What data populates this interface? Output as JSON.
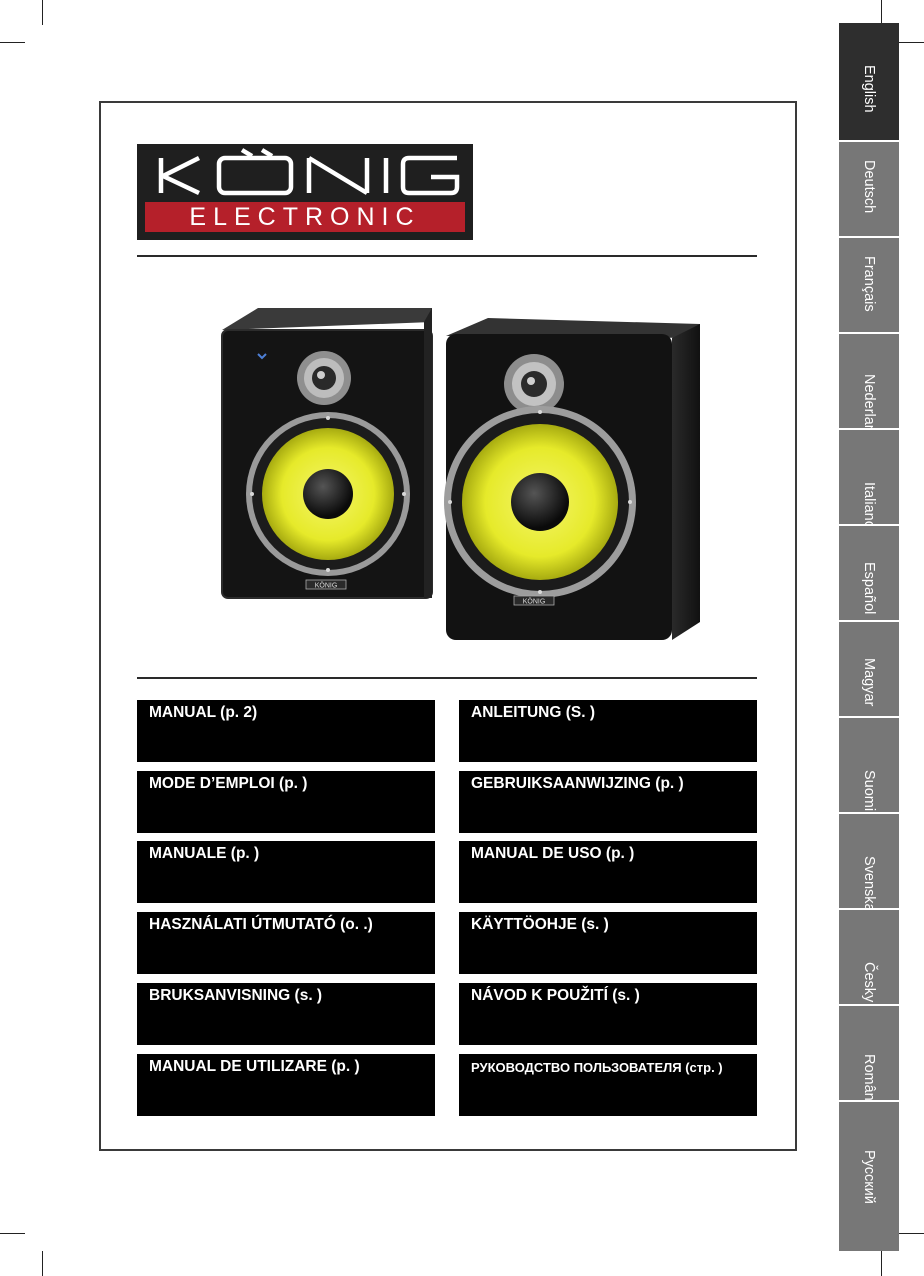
{
  "logo": {
    "brand": "KÖNIG",
    "subtitle": "ELECTRONIC"
  },
  "speaker_badge": "KÖNIG",
  "manuals": [
    {
      "label": "MANUAL (p. 2)"
    },
    {
      "label": "ANLEITUNG (S.   )"
    },
    {
      "label": "MODE D’EMPLOI (p.     )"
    },
    {
      "label": "GEBRUIKSAANWIJZING (p.     )"
    },
    {
      "label": "MANUALE (p.     )"
    },
    {
      "label": "MANUAL DE USO (p.     )"
    },
    {
      "label": "HASZNÁLATI ÚTMUTATÓ (o.     .)"
    },
    {
      "label": "KÄYTTÖOHJE (s.     )"
    },
    {
      "label": "BRUKSANVISNING (s.     )"
    },
    {
      "label": "NÁVOD K POUŽITÍ (s.     )"
    },
    {
      "label": "MANUAL DE UTILIZARE (p.     )"
    },
    {
      "label": "РУКОВОДСТВО ПОЛЬЗОВАТЕЛЯ (стр.     )"
    }
  ],
  "language_tabs": [
    {
      "label": "English",
      "active": true
    },
    {
      "label": "Deutsch"
    },
    {
      "label": "Français"
    },
    {
      "label": "Nederlands"
    },
    {
      "label": "Italiano"
    },
    {
      "label": "Español"
    },
    {
      "label": "Magyar"
    },
    {
      "label": "Suomi"
    },
    {
      "label": "Svenska"
    },
    {
      "label": "Česky"
    },
    {
      "label": "Română"
    },
    {
      "label": "Русский"
    }
  ],
  "colors": {
    "logo_red": "#b5202a",
    "cone_yellow": "#e6ea2a",
    "tab_active": "#2e2e2e",
    "tab_inactive": "#777777"
  }
}
